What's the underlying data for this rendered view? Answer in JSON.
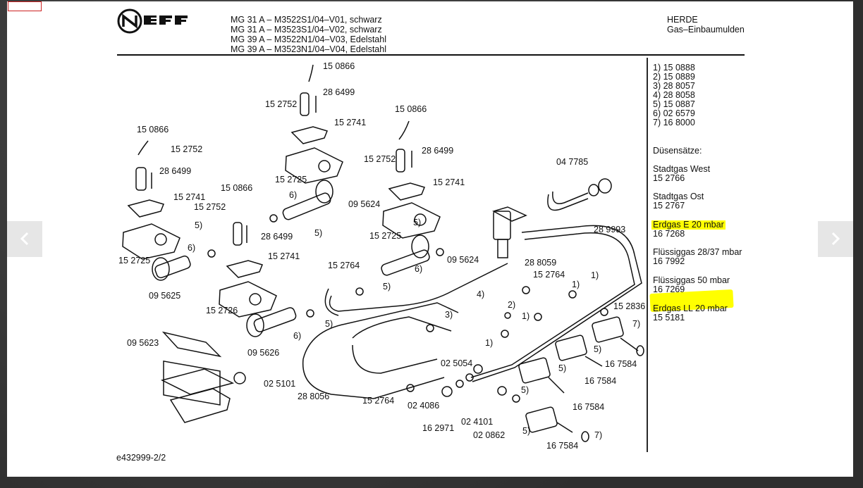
{
  "brand": "NEFF",
  "header": {
    "models": [
      "MG 31 A – M3522S1/04–V01, schwarz",
      "MG 31 A – M3523S1/04–V02, schwarz",
      "MG 39 A – M3522N1/04–V03, Edelstahl",
      "MG 39 A – M3523N1/04–V04, Edelstahl"
    ],
    "category": "HERDE",
    "subcategory": "Gas–Einbaumulden"
  },
  "legend": {
    "parts": [
      "1) 15 0888",
      "2) 15 0889",
      "3) 28 8057",
      "4) 28 8058",
      "5) 15 0887",
      "6) 02 6579",
      "7) 16 8000"
    ],
    "nozzle_heading": "Düsensätze:",
    "nozzle_sets": [
      {
        "name": "Stadtgas West",
        "code": "15 2766"
      },
      {
        "name": "Stadtgas Ost",
        "code": "15 2767"
      },
      {
        "name": "Erdgas E 20 mbar",
        "code": "16 7268"
      },
      {
        "name": "Flüssiggas 28/37 mbar",
        "code": "16 7992"
      },
      {
        "name": "Flüssiggas 50 mbar",
        "code": "16 7269"
      },
      {
        "name": "Erdgas LL 20 mbar",
        "code": "15 5181"
      }
    ]
  },
  "highlight_color": "#ffff00",
  "footer_code": "e432999-2/2",
  "diagram_labels": [
    "15 0866",
    "28 6499",
    "15 2752",
    "15 2741",
    "15 0866",
    "28 6499",
    "15 2752",
    "15 2741",
    "15 0866",
    "15 2752",
    "28 6499",
    "15 2725",
    "15 2741",
    "15 0866",
    "15 2752",
    "28 6499",
    "6)",
    "5)",
    "09 5624",
    "5)",
    "15 2741",
    "15 2725",
    "5)",
    "6)",
    "15 2725",
    "09 5624",
    "09 5625",
    "15 2764",
    "6)",
    "5)",
    "28 8059",
    "15 2764",
    "1)",
    "28 9993",
    "1)",
    "04 7785",
    "15 2726",
    "4)",
    "2)",
    "15 2836",
    "09 5623",
    "5)",
    "3)",
    "1)",
    "7)",
    "6)",
    "09 5626",
    "1)",
    "5)",
    "16 7584",
    "5)",
    "02 5054",
    "16 7584",
    "02 5101",
    "28 8056",
    "5)",
    "15 2764",
    "02 4086",
    "16 7584",
    "02 4101",
    "16 2971",
    "02 0862",
    "5)",
    "7)",
    "16 7584"
  ]
}
